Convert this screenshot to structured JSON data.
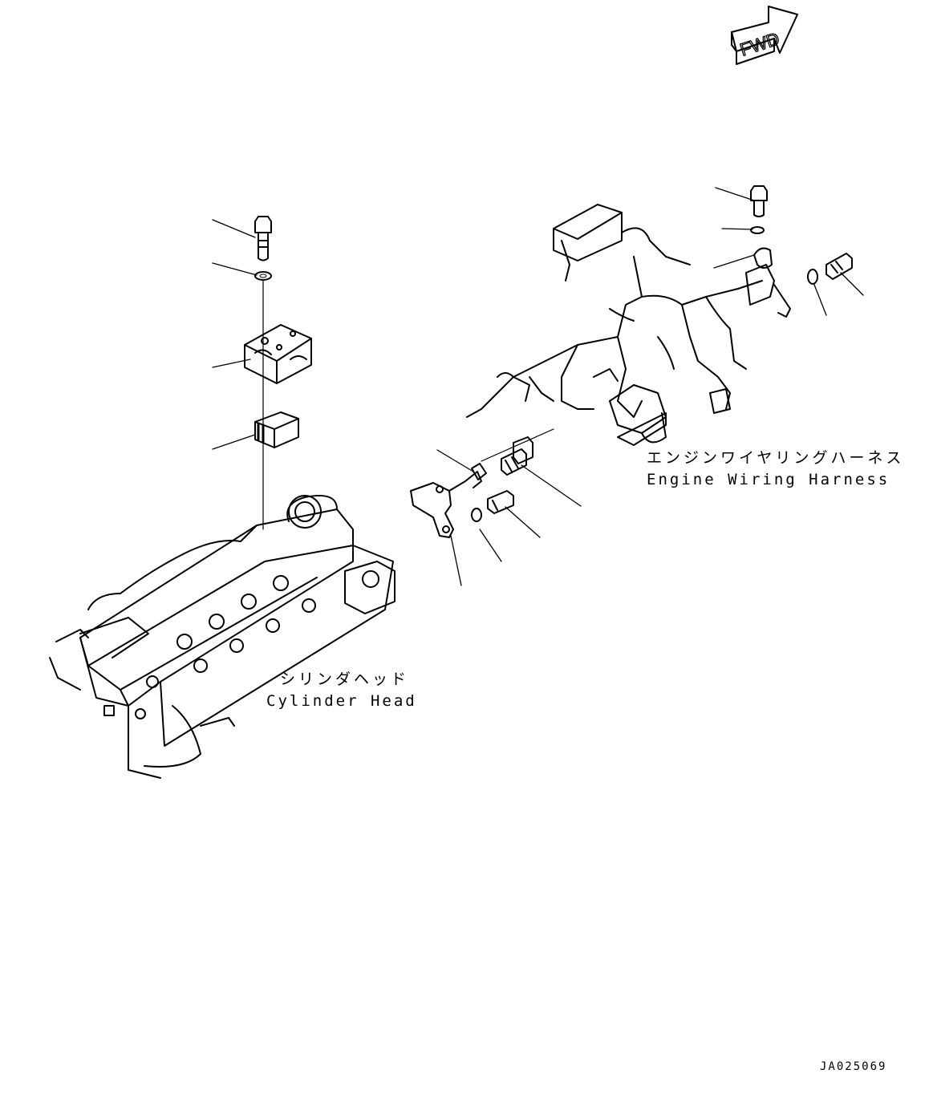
{
  "orientation": {
    "arrow_label": "FWD",
    "icon": "forward-arrow-icon"
  },
  "labels": {
    "cylinder_head_jp": "シリンダヘッド",
    "cylinder_head_en": "Cylinder Head",
    "harness_jp": "エンジンワイヤリングハーネス",
    "harness_en": "Engine Wiring Harness"
  },
  "figure_id": "JA025069",
  "colors": {
    "line": "#000000",
    "background": "#ffffff"
  }
}
